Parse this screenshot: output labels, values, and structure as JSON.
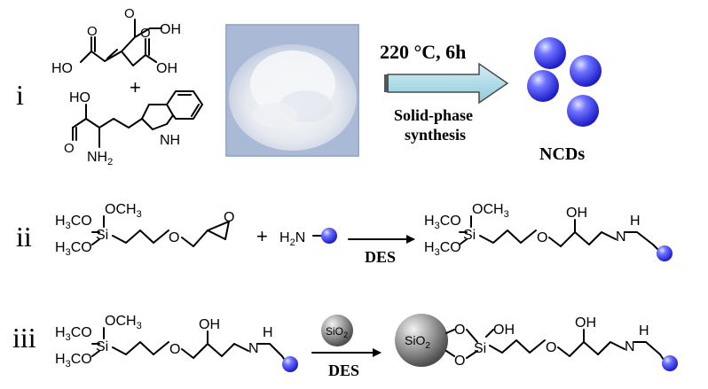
{
  "rows": {
    "i": {
      "label": "i",
      "plus": "+",
      "citraconic": {
        "acid_left": "HO",
        "acid_mid": "OH",
        "acid_right": "OH"
      },
      "tryptophan": {
        "acid": "HO",
        "amine": "NH",
        "amine_sub": "2",
        "ring_nh": "NH"
      },
      "condition_temp": "220  °C,   6h",
      "condition_method_line1": "Solid-phase",
      "condition_method_line2": "synthesis",
      "product": "NCDs"
    },
    "ii": {
      "label": "ii",
      "silane": {
        "och3_top": "OCH",
        "och3_top_sub": "3",
        "h3co_a": "H",
        "h3co_a_sub": "3",
        "h3co_a_rest": "CO",
        "si": "Si",
        "h3co_b": "H",
        "h3co_b_sub": "3",
        "h3co_b_rest": "CO",
        "ether_o": "O",
        "epoxide_o": "O"
      },
      "plus": "+",
      "amine_reagent": "H",
      "amine_reagent_sub": "2",
      "amine_reagent_rest": "N",
      "arrow_label": "DES",
      "product": {
        "och3_top": "OCH",
        "och3_top_sub": "3",
        "si": "Si",
        "ether_o": "O",
        "oh": "OH",
        "nh": "N",
        "nh_h": "H"
      }
    },
    "iii": {
      "label": "iii",
      "reagent_particle": "SiO",
      "reagent_particle_sub": "2",
      "arrow_label": "DES",
      "product": {
        "sio2": "SiO",
        "sio2_sub": "2",
        "o_top": "O",
        "o_bottom": "O",
        "si": "Si",
        "si_oh": "OH",
        "ether_o": "O",
        "oh": "OH",
        "nh": "N",
        "nh_h": "H"
      }
    }
  },
  "colors": {
    "sphere_blue": "#3a3ae8",
    "sphere_highlight": "#c9d0ff",
    "arrow_fill": "#a9d8e6",
    "arrow_stroke": "#4a4a4a",
    "silica_gray": "#8c8c8c",
    "powder_blue": "#9fb2d3"
  }
}
